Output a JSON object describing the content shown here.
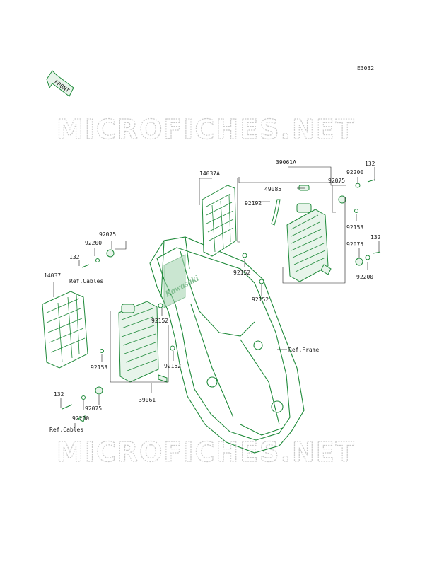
{
  "diagram_code": "E3032",
  "front_label": "FRONT",
  "watermark_top": "MICROFICHES.NET",
  "watermark_bottom": "MICROFICHES.NET",
  "logo_text": "Kawasaki",
  "colors": {
    "part_stroke": "#1f8a3a",
    "part_tint": "#e7f4ea",
    "label": "#1a1a1a",
    "watermark": "#c8c8c8"
  },
  "labels": {
    "p14037A": "14037A",
    "p39061A": "39061A",
    "p132_r1": "132",
    "p92200_r1": "92200",
    "p49085": "49085",
    "p92075_r1": "92075",
    "p92192": "92192",
    "p92153_r": "92153",
    "p132_r2": "132",
    "p92075_r2": "92075",
    "p92200_r2": "92200",
    "p92152_c1": "92152",
    "p92152_c2": "92152",
    "p92075_l1": "92075",
    "p92200_l1": "92200",
    "p132_l1": "132",
    "refcables_l1": "Ref.Cables",
    "p14037": "14037",
    "p92152_l": "92152",
    "p92153_l": "92153",
    "p92152_l2": "92152",
    "refframe": "Ref.Frame",
    "p39061": "39061",
    "p132_l2": "132",
    "p92075_l2": "92075",
    "p92200_l2": "92200",
    "refcables_l2": "Ref.Cables"
  }
}
